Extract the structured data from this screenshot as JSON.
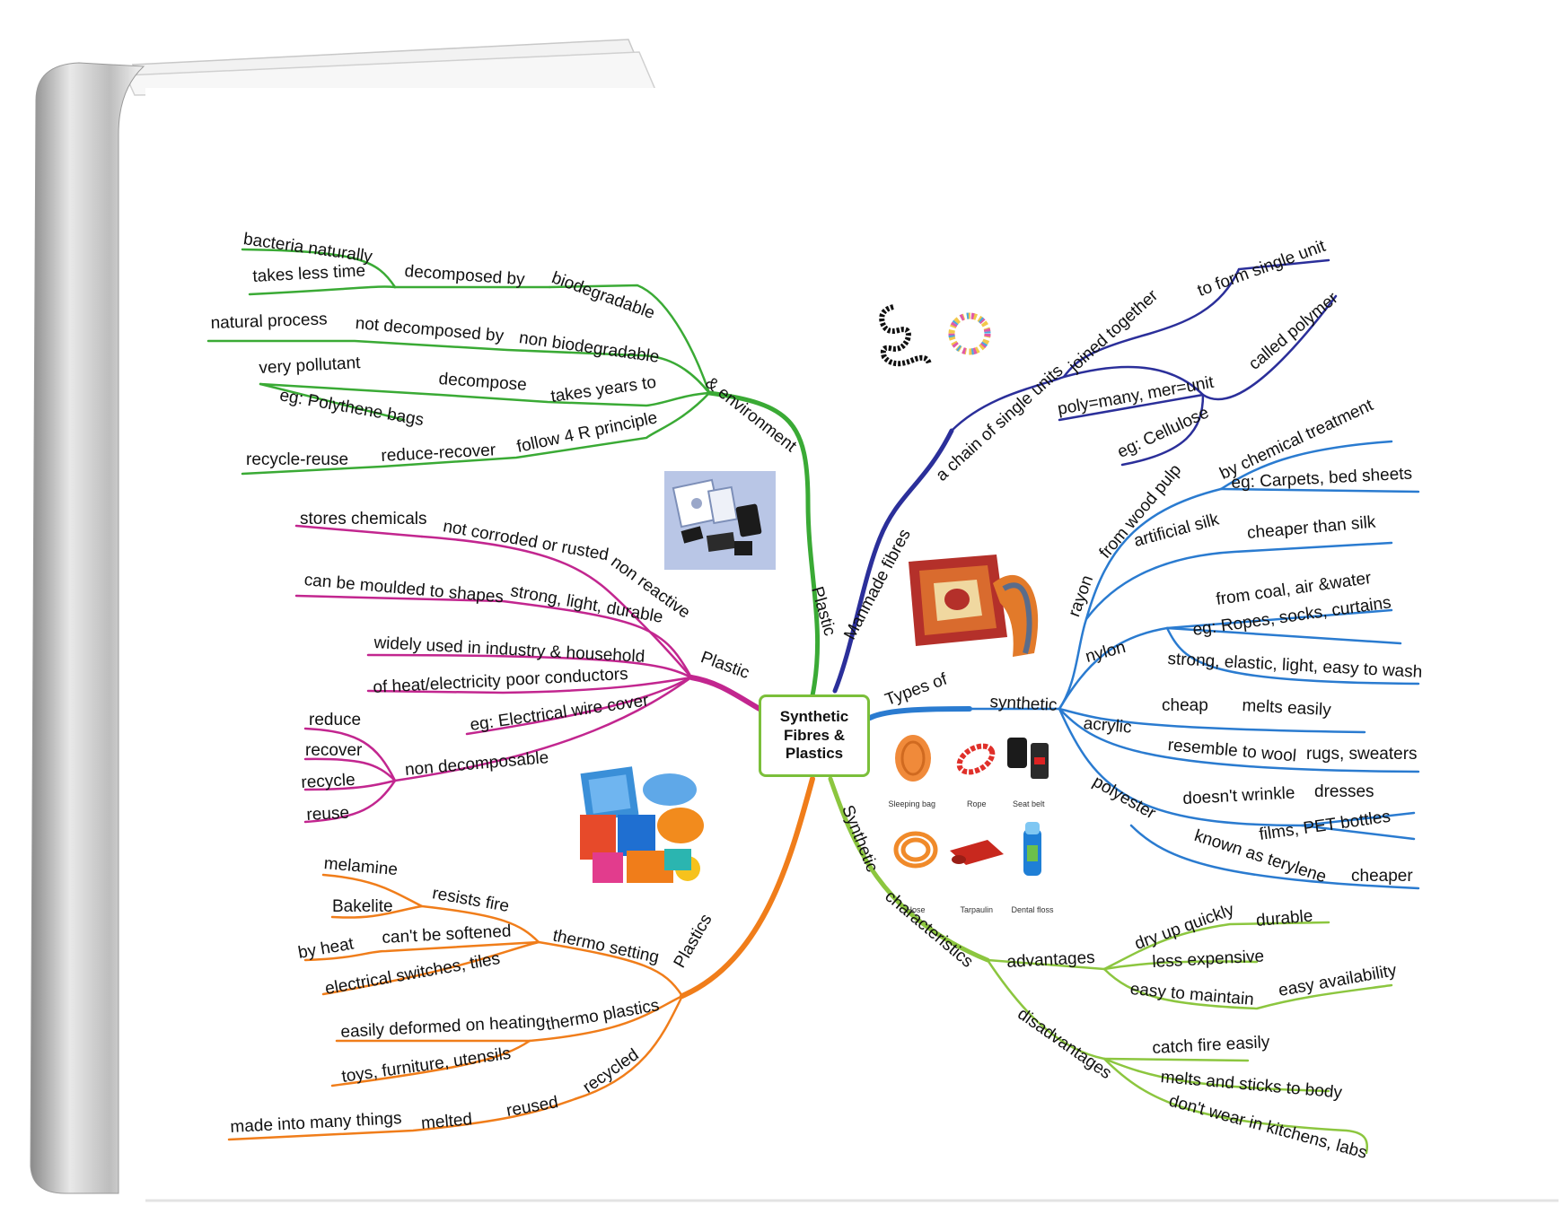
{
  "center": {
    "label": "Synthetic Fibres & Plastics"
  },
  "colors": {
    "plastic_env": "#3aaa35",
    "plastic": "#c2268f",
    "plastics": "#f07d1a",
    "manmade": "#2b2f9a",
    "types": "#2a7bd0",
    "characteristics": "#8cc63f"
  },
  "nodes": {
    "plastic_env_a": "Plastic",
    "plastic_env_b": "& environment",
    "biodegradable": "biodegradable",
    "decomposed_by": "decomposed by",
    "bacteria_naturally": "bacteria naturally",
    "takes_less_time": "takes less time",
    "non_biodegradable": "non biodegradable",
    "not_decomposed_by": "not decomposed by",
    "natural_process": "natural process",
    "takes_years_to": "takes years to",
    "decompose": "decompose",
    "very_pollutant": "very pollutant",
    "eg_polythene": "eg: Polythene bags",
    "follow_4r": "follow 4 R principle",
    "reduce_recover": "reduce-recover",
    "recycle_reuse": "recycle-reuse",
    "plastic": "Plastic",
    "non_reactive": "non reactive",
    "not_corroded": "not corroded or rusted",
    "stores_chemicals": "stores chemicals",
    "strong_light_durable": "strong, light, durable",
    "moulded_shapes": "can be moulded to shapes",
    "widely_used": "widely used in industry & household",
    "poor_conductors": "poor conductors",
    "of_heat_electricity": "of heat/electricity",
    "eg_wire_cover": "eg: Electrical wire cover",
    "non_decomposable": "non decomposable",
    "reduce": "reduce",
    "recover": "recover",
    "recycle": "recycle",
    "reuse": "reuse",
    "plastics": "Plastics",
    "thermo_setting": "thermo setting",
    "resists_fire": "resists fire",
    "melamine": "melamine",
    "bakelite": "Bakelite",
    "cant_be_softened": "can't be softened",
    "by_heat": "by heat",
    "electrical_switches": "electrical switches, tiles",
    "thermo_plastics": "thermo plastics",
    "easily_deformed": "easily deformed on heating",
    "toys_furniture": "toys, furniture, utensils",
    "recycled": "recycled",
    "reused": "reused",
    "melted": "melted",
    "made_into": "made into many things",
    "manmade_fibres": "Manmade fibres",
    "chain_single_units": "a chain of single units",
    "joined_together": "joined together",
    "to_form_single_unit": "to form single unit",
    "called_polymer": "called polymer",
    "poly_many": "poly=many, mer=unit",
    "eg_cellulose": "eg: Cellulose",
    "types_of": "Types of",
    "synthetic": "synthetic",
    "rayon": "rayon",
    "from_wood_pulp": "from wood pulp",
    "by_chemical_treatment": "by chemical treatment",
    "eg_carpets": "eg: Carpets, bed sheets",
    "artificial_silk": "artificial silk",
    "cheaper_than_silk": "cheaper than silk",
    "nylon": "nylon",
    "from_coal": "from coal, air &water",
    "eg_ropes": "eg: Ropes, socks, curtains",
    "strong_elastic": "strong, elastic, light, easy to wash",
    "acrylic": "acrylic",
    "cheap": "cheap",
    "melts_easily": "melts easily",
    "resemble_wool": "resemble to wool",
    "rugs_sweaters": "rugs, sweaters",
    "polyester": "polyester",
    "doesnt_wrinkle": "doesn't wrinkle",
    "dresses": "dresses",
    "films_pet": "films, PET bottles",
    "known_terylene": "known as terylene",
    "cheaper": "cheaper",
    "synthetic_char_a": "Synthetic",
    "synthetic_char_b": "characteristics",
    "advantages": "advantages",
    "dry_up_quickly": "dry up quickly",
    "durable": "durable",
    "less_expensive": "less expensive",
    "easy_maintain": "easy to maintain",
    "easy_availability": "easy availability",
    "disadvantages": "disadvantages",
    "catch_fire": "catch fire easily",
    "melts_sticks": "melts and sticks to body",
    "dont_wear": "don't wear in kitchens, labs"
  },
  "fibre_images": {
    "sleeping_bag": "Sleeping bag",
    "rope": "Rope",
    "seat_belt": "Seat belt",
    "hose": "Hose",
    "tarpaulin": "Tarpaulin",
    "dental_floss": "Dental floss"
  },
  "icons": [
    "plastic-tray-photo",
    "plastic-buckets-photo",
    "carpet-scarf-photo",
    "polymer-chain-icon",
    "bead-necklace-icon"
  ]
}
